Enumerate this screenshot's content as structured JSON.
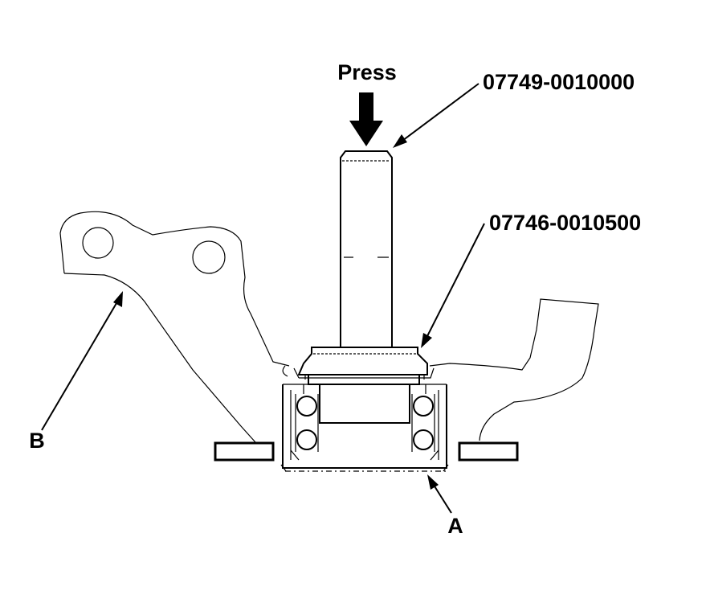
{
  "labels": {
    "press": "Press",
    "tool_driver": "07749-0010000",
    "tool_attachment": "07746-0010500",
    "callout_a": "A",
    "callout_b": "B"
  },
  "colors": {
    "ink": "#000000",
    "background": "#ffffff"
  }
}
